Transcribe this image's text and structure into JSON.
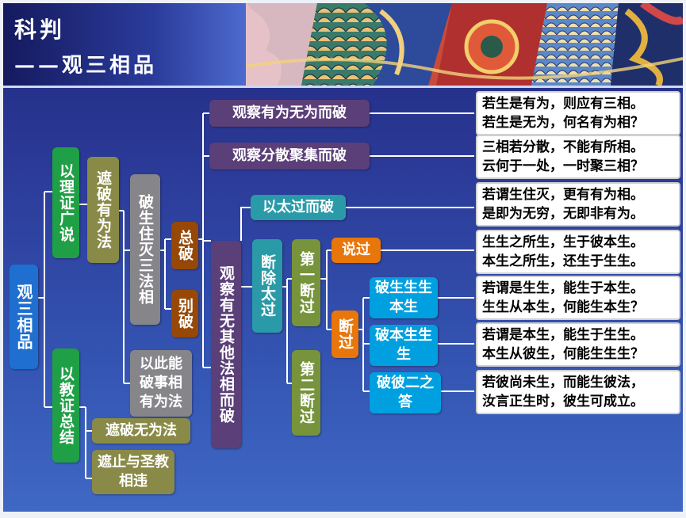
{
  "header": {
    "title1": "科判",
    "title2": "——观三相品"
  },
  "colors": {
    "root": "#1f6fd1",
    "green": "#20a046",
    "olive": "#8a8a48",
    "gray": "#86868a",
    "brown": "#974807",
    "purple": "#5b3f78",
    "teal": "#2a9aa8",
    "lime": "#77933c",
    "orange": "#e8760a",
    "cyan": "#00a0e0"
  },
  "tree": {
    "root": "观三相品",
    "reason": "以理证广说",
    "refute_conditioned": "遮破有为法",
    "refute_arising": "破生住灭三法相",
    "general_refute": "总破",
    "specific_refute": "别破",
    "refute_by_this": "以此能破事相有为法",
    "examine_conditioned": "观察有为无为而破",
    "examine_scatter": "观察分散聚集而破",
    "examine_others": "观察有无其他法相而破",
    "by_excess": "以太过而破",
    "cut_excess": "断除太过",
    "first_cut": "第一断过",
    "second_cut": "第二断过",
    "state_fault": "说过",
    "cut_fault": "断过",
    "refute_birth_birth": "破生生生本生",
    "refute_root_birth": "破本生生生",
    "refute_both": "破彼二之答",
    "scripture": "以教证总结",
    "refute_unconditioned": "遮破无为法",
    "contradict_scripture": "遮止与圣教相违"
  },
  "verses": [
    [
      "若生是有为，则应有三相。",
      "若生是无为，何名有为相？"
    ],
    [
      "三相若分散，不能有所相。",
      "云何于一处，一时聚三相？"
    ],
    [
      "若谓生住灭，更有有为相。",
      "是即为无穷，无即非有为。"
    ],
    [
      "生生之所生，生于彼本生。",
      "本生之所生，还生于生生。"
    ],
    [
      "若谓是生生，能生于本生。",
      "生生从本生，何能生本生？"
    ],
    [
      "若谓是本生，能生于生生。",
      "本生从彼生，何能生生生？"
    ],
    [
      "若彼尚未生，而能生彼法，",
      "汝言正生时，彼生可成立。"
    ]
  ]
}
